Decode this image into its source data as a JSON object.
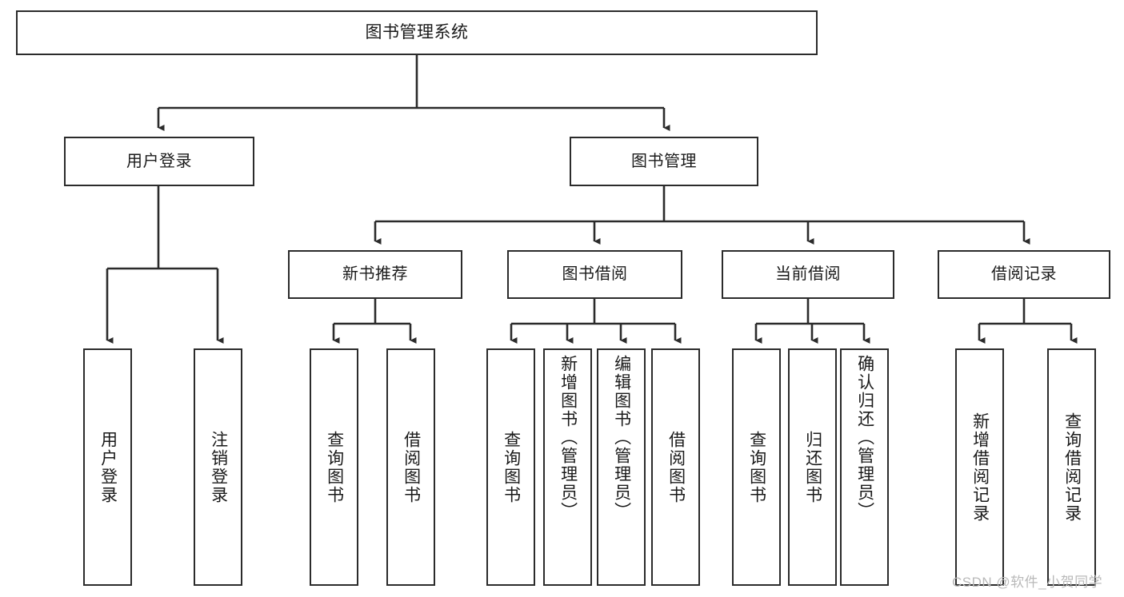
{
  "diagram": {
    "title": "图书管理系统",
    "type": "tree-hierarchy-chart",
    "root": {
      "label": "图书管理系统"
    },
    "level2": [
      {
        "label": "用户登录"
      },
      {
        "label": "图书管理"
      }
    ],
    "level3": [
      {
        "label": "新书推荐"
      },
      {
        "label": "图书借阅"
      },
      {
        "label": "当前借阅"
      },
      {
        "label": "借阅记录"
      }
    ],
    "leaves": {
      "user_login": [
        {
          "label": "用户登录"
        },
        {
          "label": "注销登录"
        }
      ],
      "new_book_recommend": [
        {
          "label": "查询图书"
        },
        {
          "label": "借阅图书"
        }
      ],
      "book_borrow": [
        {
          "label": "查询图书"
        },
        {
          "label": "新增图书（管理员）"
        },
        {
          "label": "编辑图书（管理员）"
        },
        {
          "label": "借阅图书"
        }
      ],
      "current_borrow": [
        {
          "label": "查询图书"
        },
        {
          "label": "归还图书"
        },
        {
          "label": "确认归还（管理员）"
        }
      ],
      "borrow_record": [
        {
          "label": "新增借阅记录"
        },
        {
          "label": "查询借阅记录"
        }
      ]
    }
  },
  "watermark": {
    "text": "CSDN @软件_小贺同学"
  },
  "colors": {
    "box_border": "#2b2b2b",
    "box_fill": "#ffffff",
    "text": "#1a1a1a",
    "wire": "#2b2b2b",
    "watermark": "#b9b9b9"
  }
}
